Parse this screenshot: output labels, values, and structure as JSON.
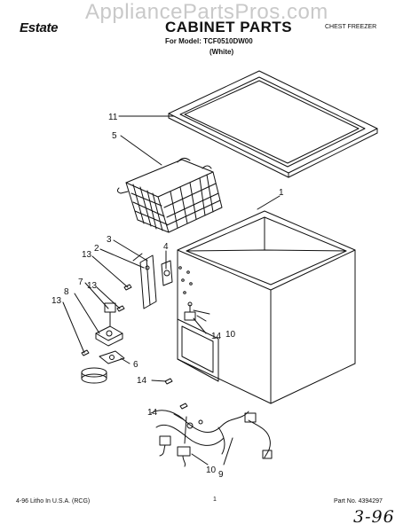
{
  "header": {
    "brand": "Estate",
    "watermark": "AppliancePartsPros.com",
    "title": "CABINET PARTS",
    "model_line": "For Model: TCF0510DW00",
    "color_line": "(White)",
    "category": "CHEST FREEZER"
  },
  "callouts": {
    "c1": "1",
    "c2": "2",
    "c3": "3",
    "c4": "4",
    "c5": "5",
    "c6": "6",
    "c7": "7",
    "c8": "8",
    "c9": "9",
    "c10a": "10",
    "c10b": "10",
    "c11": "11",
    "c13a": "13",
    "c13b": "13",
    "c13c": "13",
    "c14a": "14",
    "c14b": "14",
    "c14c": "14"
  },
  "footer": {
    "edition": "4-96 Litho In U.S.A. (RCG)",
    "page_number": "1",
    "part_number": "Part No. 4394297",
    "handwritten_note": "3-96"
  }
}
